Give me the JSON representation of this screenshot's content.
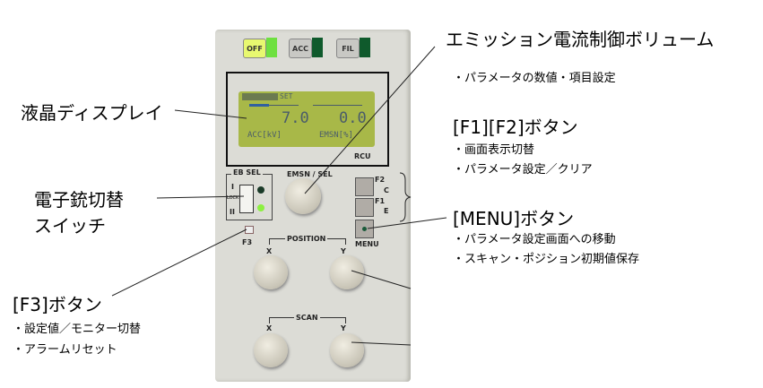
{
  "panel": {
    "buttons": {
      "off": "OFF",
      "acc": "ACC",
      "fil": "FIL"
    },
    "lcd": {
      "header": "SET",
      "value1": "7.0",
      "value2": "0.0",
      "label1": "ACC[kV]",
      "label2": "EMSN[%]"
    },
    "rcu": "RCU",
    "eb_sel": "EB SEL",
    "eb_i": "I",
    "eb_ii": "II",
    "lock": "LOCK",
    "emsn_sel": "EMSN / SEL",
    "f2": "F2",
    "c": "C",
    "f1": "F1",
    "e": "E",
    "menu": "MENU",
    "f3": "F3",
    "position": "POSITION",
    "scan": "SCAN",
    "x": "X",
    "y": "Y"
  },
  "annotations": {
    "emission_title": "エミッション電流制御ボリューム",
    "emission_sub": "・パラメータの数値・項目設定",
    "lcd_title": "液晶ディスプレイ",
    "f1f2_title": "[F1][F2]ボタン",
    "f1f2_sub1": "・画面表示切替",
    "f1f2_sub2": "・パラメータ設定／クリア",
    "gun_title1": "電子銃切替",
    "gun_title2": "スイッチ",
    "menu_title": "[MENU]ボタン",
    "menu_sub1": "・パラメータ設定画面への移動",
    "menu_sub2": "・スキャン・ポジション初期値保存",
    "f3_title": "[F3]ボタン",
    "f3_sub1": "・設定値／モニター切替",
    "f3_sub2": "・アラームリセット"
  }
}
